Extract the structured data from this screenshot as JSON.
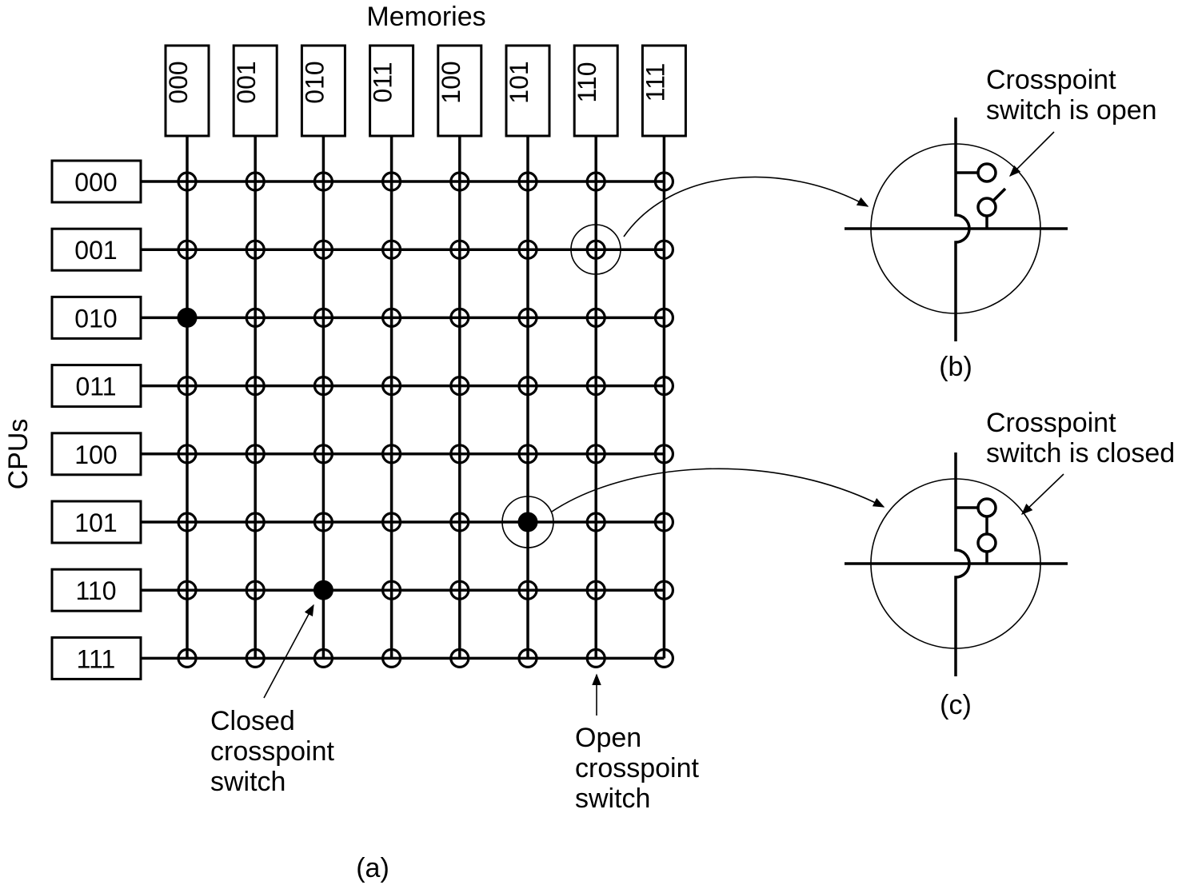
{
  "title_memories": "Memories",
  "title_cpus": "CPUs",
  "memories": [
    "000",
    "001",
    "010",
    "011",
    "100",
    "101",
    "110",
    "111"
  ],
  "cpus": [
    "000",
    "001",
    "010",
    "011",
    "100",
    "101",
    "110",
    "111"
  ],
  "closed_crosspoints": [
    {
      "cpu": "010",
      "memory": "000"
    },
    {
      "cpu": "101",
      "memory": "101"
    },
    {
      "cpu": "110",
      "memory": "010"
    }
  ],
  "highlighted": {
    "open_example": {
      "cpu": "001",
      "memory": "110"
    },
    "closed_example": {
      "cpu": "101",
      "memory": "101"
    }
  },
  "annotations": {
    "closed_switch": [
      "Closed",
      "crosspoint",
      "switch"
    ],
    "open_switch": [
      "Open",
      "crosspoint",
      "switch"
    ],
    "b_caption": [
      "Crosspoint",
      "switch is open"
    ],
    "c_caption": [
      "Crosspoint",
      "switch is closed"
    ]
  },
  "panel_labels": {
    "a": "(a)",
    "b": "(b)",
    "c": "(c)"
  },
  "colors": {
    "ink": "#000000",
    "background": "#ffffff"
  }
}
